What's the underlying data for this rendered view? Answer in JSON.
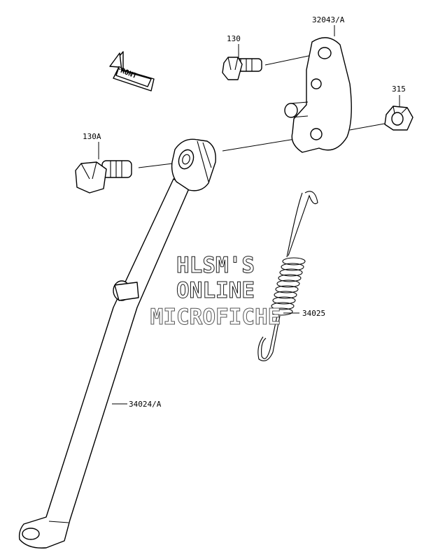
{
  "front_arrow": {
    "label": "FRONT"
  },
  "callouts": {
    "bracket": "32043/A",
    "bolt_small": "130",
    "nut": "315",
    "bolt_large": "130A",
    "spring": "34025",
    "side_stand": "34024/A"
  },
  "watermark": {
    "line1": "HLSM'S",
    "line2": "ONLINE",
    "line3": "MICROFICHE"
  }
}
